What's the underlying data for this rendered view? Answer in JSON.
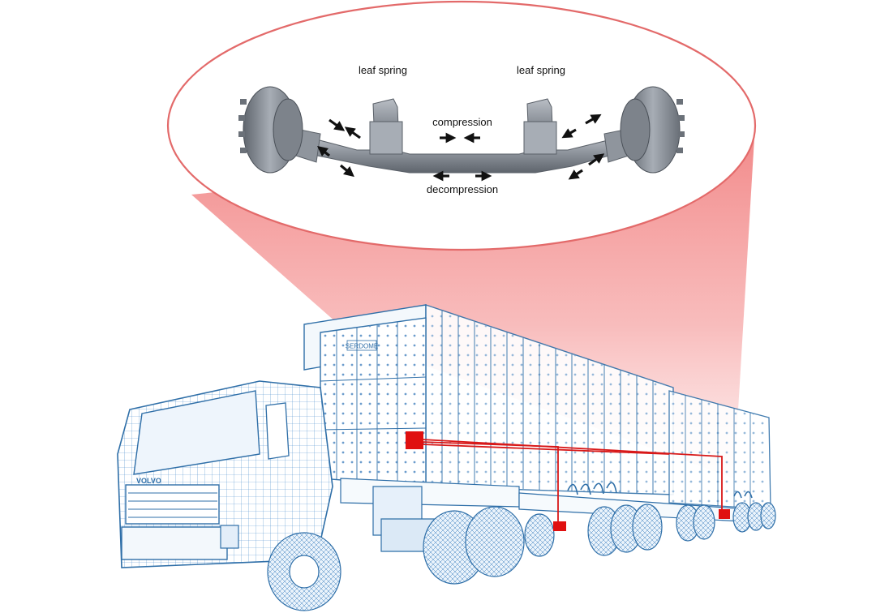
{
  "labels": {
    "leaf_spring_left": "leaf spring",
    "leaf_spring_right": "leaf spring",
    "compression": "compression",
    "decompression": "decompression"
  },
  "trailer_text": "SERDOME",
  "truck_badge": "VOLVO",
  "colors": {
    "callout_fill": "#f08080",
    "callout_border": "#e36a6a",
    "sensor_red": "#e01010",
    "wire_red": "#d81818",
    "truck_line": "#2f6fa8",
    "truck_light": "#9cc3e6",
    "axle_grey": "#8a9098",
    "arrow_black": "#111111"
  },
  "icons": {
    "arrow": "black-arrow-icon",
    "sensor": "red-sensor-box"
  }
}
